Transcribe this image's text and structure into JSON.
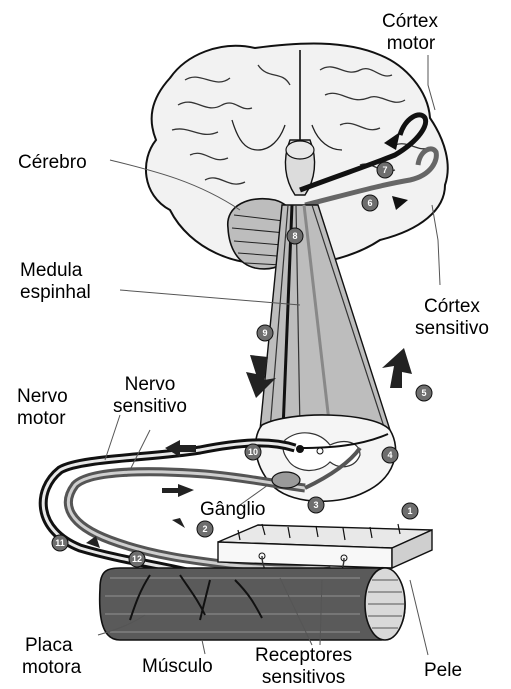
{
  "labels": {
    "cortex_motor": [
      "Córtex",
      "motor"
    ],
    "cerebro": "Cérebro",
    "medula_espinhal": [
      "Medula",
      "espinhal"
    ],
    "cortex_sensitivo": [
      "Córtex",
      "sensitivo"
    ],
    "nervo_motor": [
      "Nervo",
      "motor"
    ],
    "nervo_sensitivo": [
      "Nervo",
      "sensitivo"
    ],
    "ganglio": "Gânglio",
    "placa_motora": [
      "Placa",
      "motora"
    ],
    "musculo": "Músculo",
    "receptores_sensitivos": [
      "Receptores",
      "sensitivos"
    ],
    "pele": "Pele"
  },
  "markers": [
    "1",
    "2",
    "3",
    "4",
    "5",
    "6",
    "7",
    "8",
    "9",
    "10",
    "11",
    "12"
  ],
  "colors": {
    "ink": "#000000",
    "marker_fill": "#6e6e6e",
    "tract_fill": "#bdbdbd",
    "muscle_fill": "#5a5a5a"
  }
}
